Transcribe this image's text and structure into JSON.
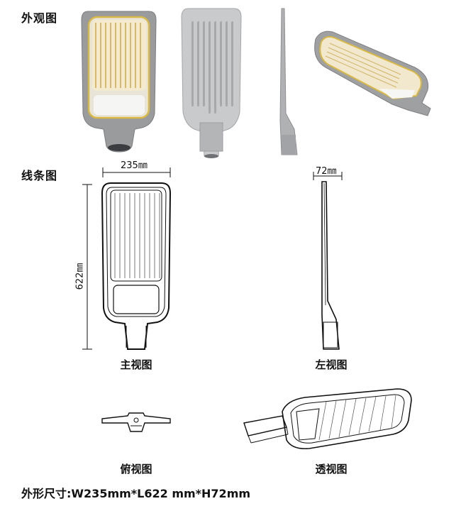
{
  "sections": {
    "appearance_label": "外观图",
    "line_label": "线条图"
  },
  "dimensions": {
    "width_label": "235㎜",
    "height_label": "622㎜",
    "depth_label": "72㎜"
  },
  "captions": {
    "front_view": "主视图",
    "left_view": "左视图",
    "top_view": "俯视图",
    "perspective_view": "透视图"
  },
  "spec_text": "外形尺寸:W235mm*L622 mm*H72mm",
  "colors": {
    "housing_gray": "#9a9b9d",
    "led_panel": "#f3ead0",
    "gasket_yellow": "#d9b945",
    "line_black": "#111111"
  }
}
